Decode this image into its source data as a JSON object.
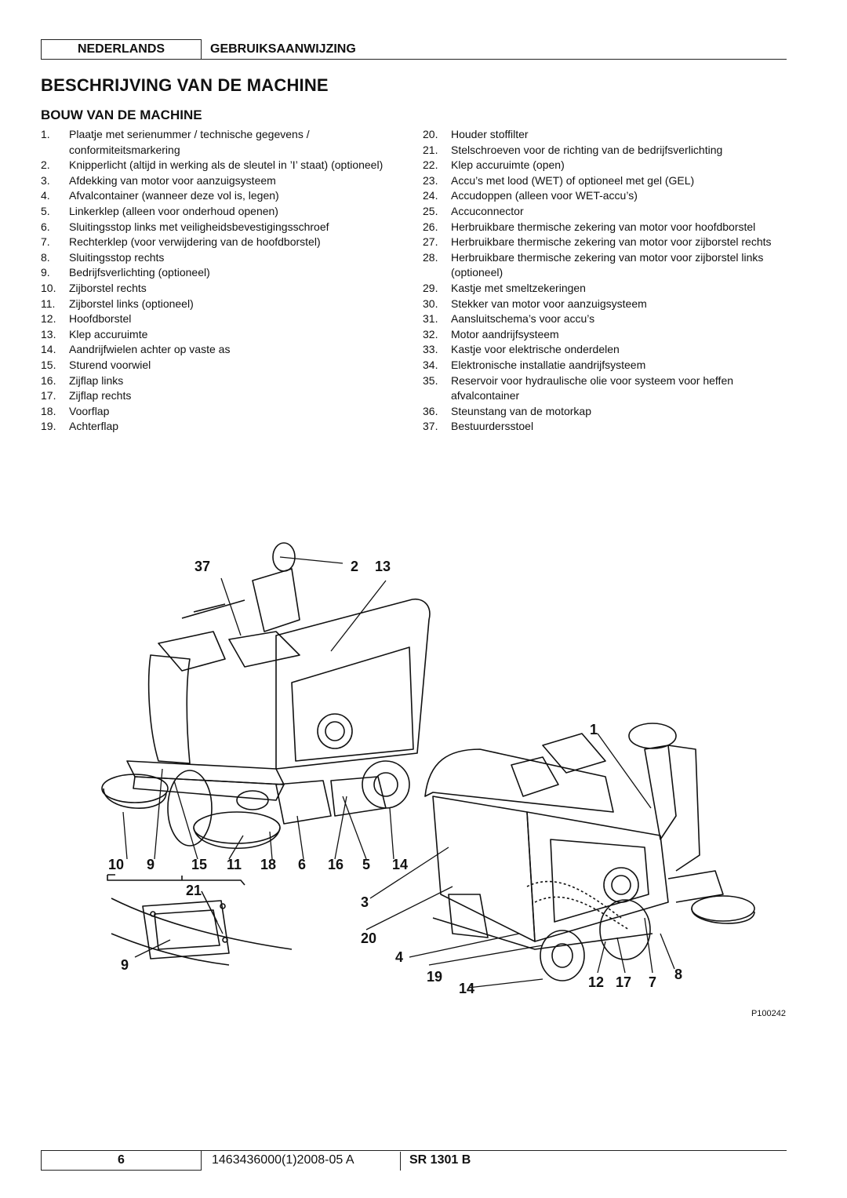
{
  "header": {
    "language": "NEDERLANDS",
    "document_type": "GEBRUIKSAANWIJZING"
  },
  "title": "BESCHRIJVING VAN DE MACHINE",
  "subtitle": "BOUW VAN DE MACHINE",
  "parts_left": [
    {
      "num": "1.",
      "text": "Plaatje met serienummer / technische gegevens / conformiteitsmarkering"
    },
    {
      "num": "2.",
      "text": "Knipperlicht (altijd in werking als de sleutel in ’I’ staat) (optioneel)"
    },
    {
      "num": "3.",
      "text": "Afdekking van motor voor aanzuigsysteem"
    },
    {
      "num": "4.",
      "text": "Afvalcontainer (wanneer deze vol is, legen)"
    },
    {
      "num": "5.",
      "text": "Linkerklep (alleen voor onderhoud openen)"
    },
    {
      "num": "6.",
      "text": "Sluitingsstop links met veiligheidsbevestigingsschroef"
    },
    {
      "num": "7.",
      "text": "Rechterklep (voor verwijdering van de hoofdborstel)"
    },
    {
      "num": "8.",
      "text": "Sluitingsstop rechts"
    },
    {
      "num": "9.",
      "text": "Bedrijfsverlichting (optioneel)"
    },
    {
      "num": "10.",
      "text": "Zijborstel rechts"
    },
    {
      "num": "11.",
      "text": "Zijborstel links (optioneel)"
    },
    {
      "num": "12.",
      "text": "Hoofdborstel"
    },
    {
      "num": "13.",
      "text": "Klep accuruimte"
    },
    {
      "num": "14.",
      "text": "Aandrijfwielen achter op vaste as"
    },
    {
      "num": "15.",
      "text": "Sturend voorwiel"
    },
    {
      "num": "16.",
      "text": "Zijflap links"
    },
    {
      "num": "17.",
      "text": "Zijflap rechts"
    },
    {
      "num": "18.",
      "text": "Voorflap"
    },
    {
      "num": "19.",
      "text": "Achterflap"
    }
  ],
  "parts_right": [
    {
      "num": "20.",
      "text": "Houder stoffilter"
    },
    {
      "num": "21.",
      "text": "Stelschroeven voor de richting van de bedrijfsverlichting"
    },
    {
      "num": "22.",
      "text": "Klep accuruimte (open)"
    },
    {
      "num": "23.",
      "text": "Accu’s met lood (WET) of optioneel met gel (GEL)"
    },
    {
      "num": "24.",
      "text": "Accudoppen (alleen voor WET-accu’s)"
    },
    {
      "num": "25.",
      "text": "Accuconnector"
    },
    {
      "num": "26.",
      "text": "Herbruikbare thermische zekering van motor voor hoofdborstel"
    },
    {
      "num": "27.",
      "text": "Herbruikbare thermische zekering van motor voor zijborstel rechts"
    },
    {
      "num": "28.",
      "text": "Herbruikbare thermische zekering van motor voor zijborstel links (optioneel)"
    },
    {
      "num": "29.",
      "text": "Kastje met smeltzekeringen"
    },
    {
      "num": "30.",
      "text": "Stekker van motor voor aanzuigsysteem"
    },
    {
      "num": "31.",
      "text": "Aansluitschema’s voor accu’s"
    },
    {
      "num": "32.",
      "text": "Motor aandrijfsysteem"
    },
    {
      "num": "33.",
      "text": "Kastje voor elektrische onderdelen"
    },
    {
      "num": "34.",
      "text": "Elektronische installatie aandrijfsysteem"
    },
    {
      "num": "35.",
      "text": "Reservoir voor hydraulische olie voor systeem voor heffen afvalcontainer"
    },
    {
      "num": "36.",
      "text": "Steunstang van de motorkap"
    },
    {
      "num": "37.",
      "text": "Bestuurdersstoel"
    }
  ],
  "figure": {
    "callouts": [
      "37",
      "2",
      "13",
      "10",
      "9",
      "15",
      "11",
      "18",
      "6",
      "16",
      "5",
      "14",
      "21",
      "9",
      "1",
      "3",
      "20",
      "4",
      "19",
      "14",
      "12",
      "17",
      "7",
      "8"
    ],
    "reference": "P100242"
  },
  "footer": {
    "page": "6",
    "code": "1463436000(1)2008-05 A",
    "model": "SR 1301 B"
  }
}
